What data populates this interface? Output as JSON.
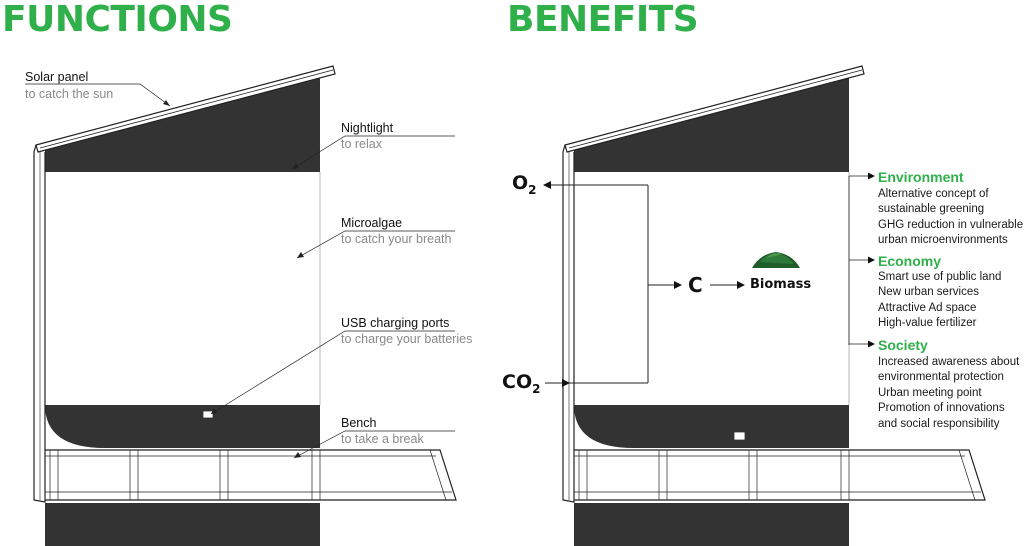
{
  "functions": {
    "heading": "FUNCTIONS",
    "items": [
      {
        "title": "Solar panel",
        "sub": "to catch the sun"
      },
      {
        "title": "Nightlight",
        "sub": "to relax"
      },
      {
        "title": "Microalgae",
        "sub": "to catch your breath"
      },
      {
        "title": "USB charging ports",
        "sub": "to charge your batteries"
      },
      {
        "title": "Bench",
        "sub": "to take a break"
      }
    ]
  },
  "benefits": {
    "heading": "BENEFITS",
    "process": {
      "o2": "O",
      "o2_sub": "2",
      "co2": "CO",
      "co2_sub": "2",
      "carbon": "C",
      "biomass": "Biomass"
    },
    "categories": [
      {
        "title": "Environment",
        "items": [
          "Alternative concept of",
          "sustainable greening",
          "GHG reduction in vulnerable",
          "urban microenvironments"
        ]
      },
      {
        "title": "Economy",
        "items": [
          "Smart use of public land",
          "New urban services",
          "Attractive Ad space",
          "High-value fertilizer"
        ]
      },
      {
        "title": "Society",
        "items": [
          "Increased awareness about",
          "environmental protection",
          "Urban meeting point",
          "Promotion of innovations",
          "and social responsibility"
        ]
      }
    ]
  },
  "colors": {
    "accent": "#2fb04a",
    "dark_panel": "#333333",
    "line": "#222222",
    "sub_text": "#8a8a8a"
  }
}
